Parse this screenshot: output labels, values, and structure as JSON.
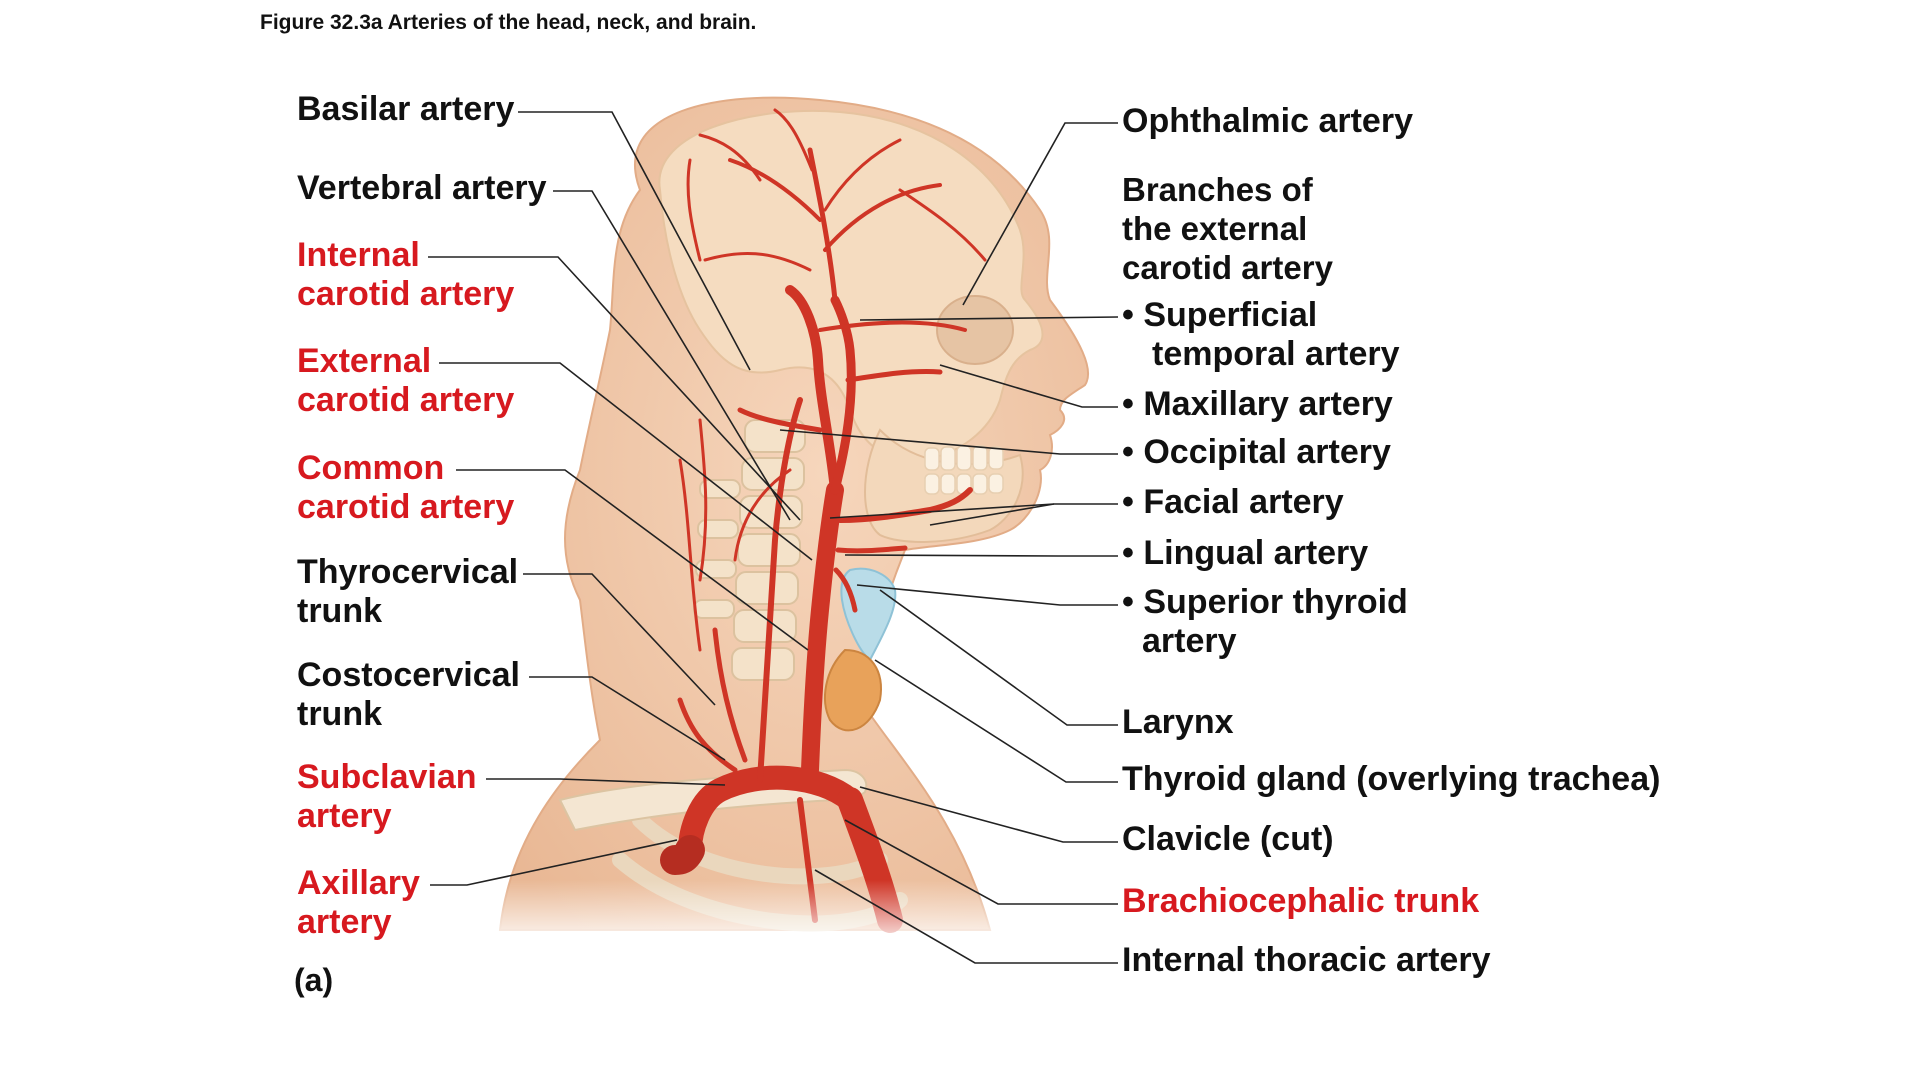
{
  "caption": "Figure 32.3a  Arteries of the head, neck, and brain.",
  "part_label": "(a)",
  "colors": {
    "red_label": "#d7191f",
    "black_label": "#111111",
    "artery": "#cf3526",
    "skin": "#f2c9a9",
    "bone": "#f5dfc3"
  },
  "left_labels": {
    "basilar": "Basilar artery",
    "vertebral": "Vertebral artery",
    "internal_carotid": [
      "Internal",
      "carotid artery"
    ],
    "external_carotid": [
      "External",
      "carotid artery"
    ],
    "common_carotid": [
      "Common",
      "carotid artery"
    ],
    "thyrocervical": [
      "Thyrocervical",
      "trunk"
    ],
    "costocervical": [
      "Costocervical",
      "trunk"
    ],
    "subclavian": [
      "Subclavian",
      "artery"
    ],
    "axillary": [
      "Axillary",
      "artery"
    ]
  },
  "right_labels": {
    "ophthalmic": "Ophthalmic artery",
    "branches_heading": [
      "Branches of",
      "the external",
      "carotid artery"
    ],
    "superficial_temporal": [
      "• Superficial",
      "temporal artery"
    ],
    "maxillary": "• Maxillary artery",
    "occipital": "• Occipital artery",
    "facial": "• Facial artery",
    "lingual": "• Lingual artery",
    "superior_thyroid": [
      "• Superior thyroid",
      "artery"
    ],
    "larynx": "Larynx",
    "thyroid_gland": "Thyroid gland (overlying trachea)",
    "clavicle": "Clavicle (cut)",
    "brachiocephalic": "Brachiocephalic trunk",
    "internal_thoracic": "Internal thoracic artery"
  }
}
